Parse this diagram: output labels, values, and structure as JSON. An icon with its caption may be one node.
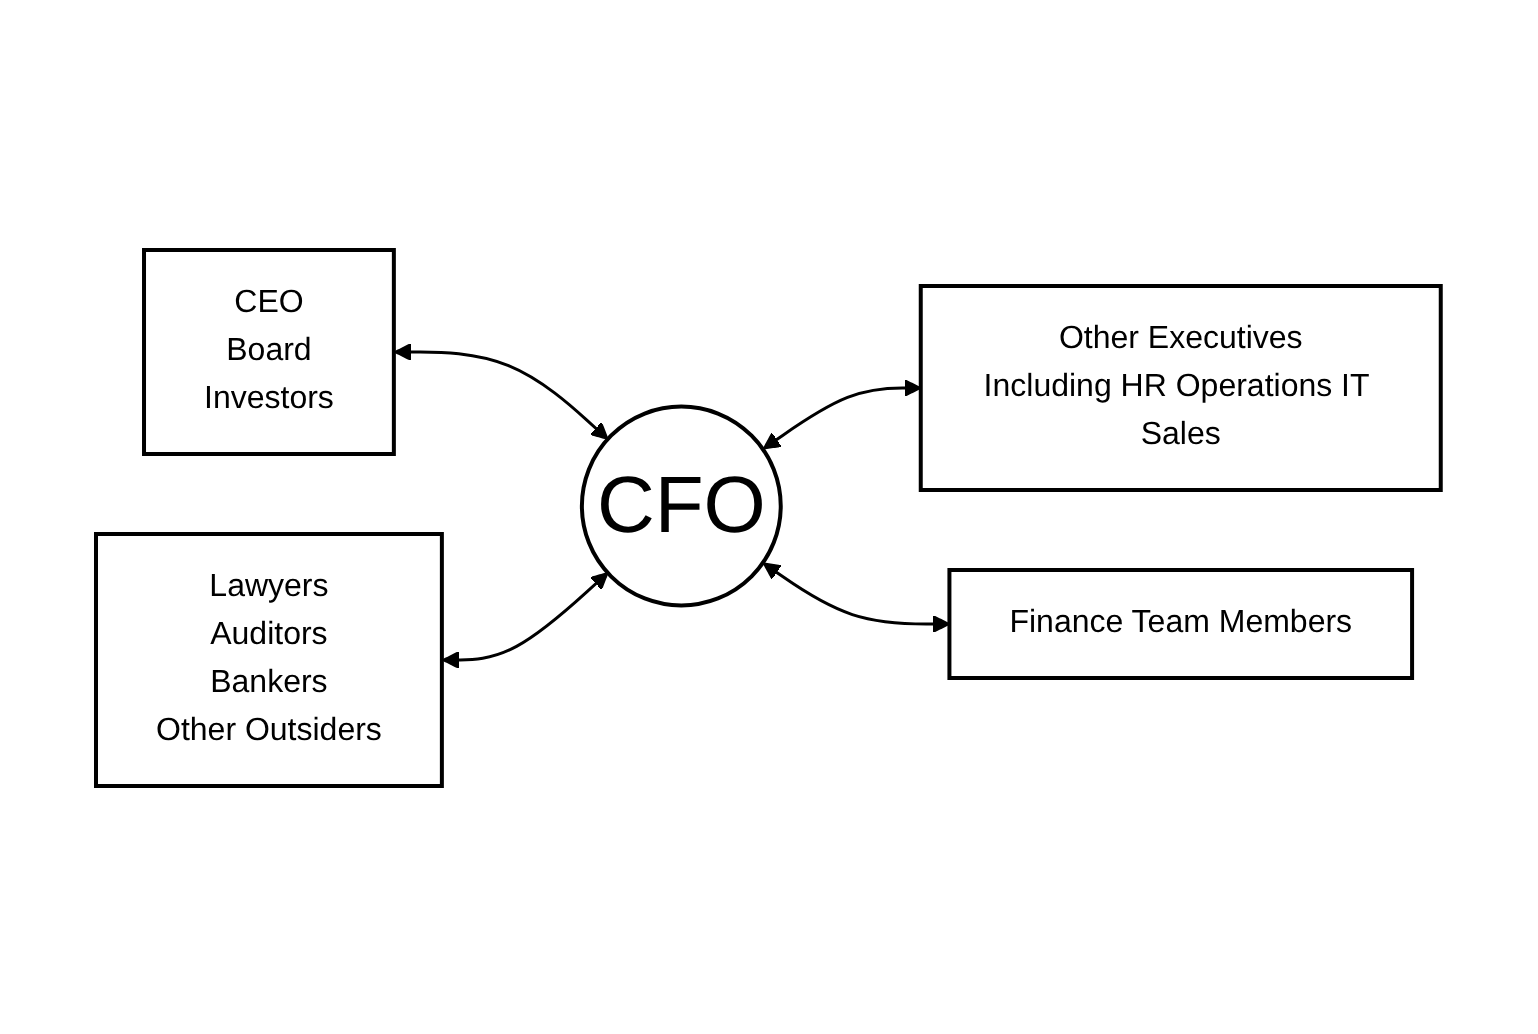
{
  "diagram": {
    "nodes": [
      {
        "text": [
          "CEO",
          "Board",
          "Investors"
        ]
      },
      {
        "text": [
          "Lawyers",
          "Auditors",
          "Bankers",
          "Other Outsiders"
        ]
      },
      {
        "text": [
          "CFO"
        ]
      },
      {
        "text": [
          "Other Executives",
          "Including HR Operations IT Sales"
        ]
      },
      {
        "text": [
          "Finance Team Members"
        ]
      }
    ],
    "edges": [
      {
        "from": 0,
        "to": 2,
        "arrow": "both"
      },
      {
        "from": 1,
        "to": 2,
        "arrow": "both"
      },
      {
        "from": 2,
        "to": 3,
        "arrow": "both"
      },
      {
        "from": 2,
        "to": 4,
        "arrow": "both"
      }
    ]
  }
}
